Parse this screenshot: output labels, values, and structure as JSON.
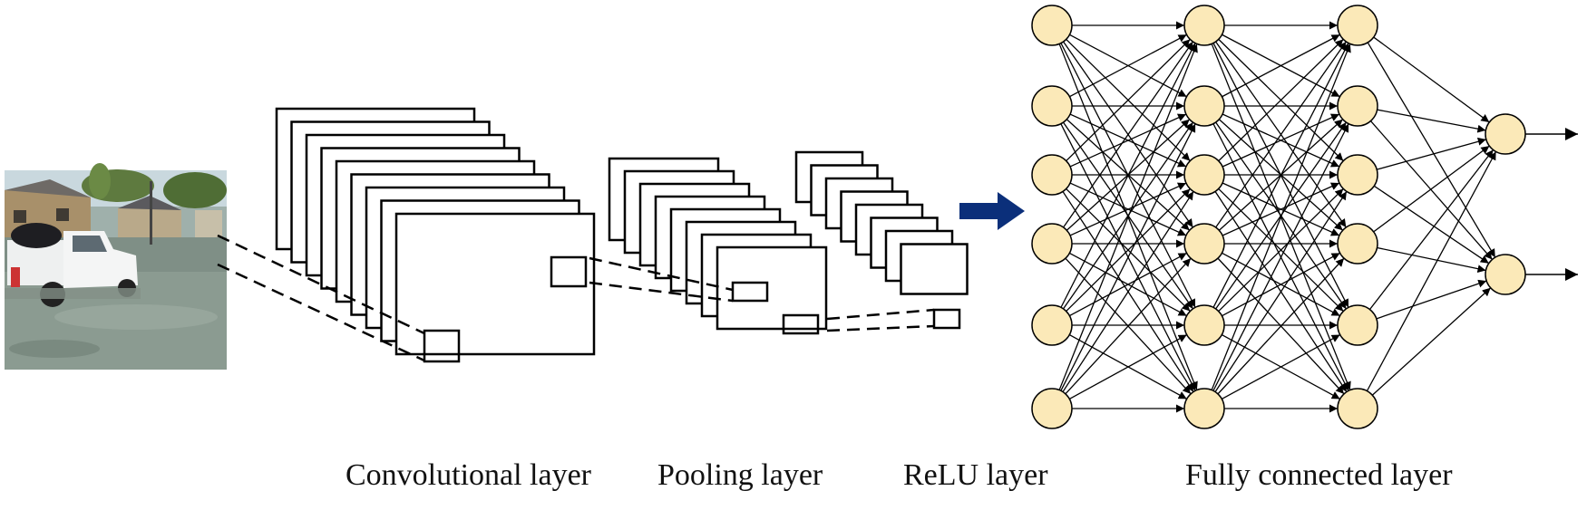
{
  "diagram": {
    "labels": {
      "convolutional": "Convolutional layer",
      "pooling": "Pooling layer",
      "relu": "ReLU layer",
      "fully_connected": "Fully connected layer"
    },
    "input_image": {
      "subject": "flooded street with white pickup truck and houses"
    },
    "network": {
      "layers": [
        6,
        6,
        6,
        2
      ],
      "outputs": 2
    },
    "colors": {
      "node_fill": "#fbe9b8",
      "stroke": "#000000",
      "arrow": "#0b2f7a"
    }
  }
}
